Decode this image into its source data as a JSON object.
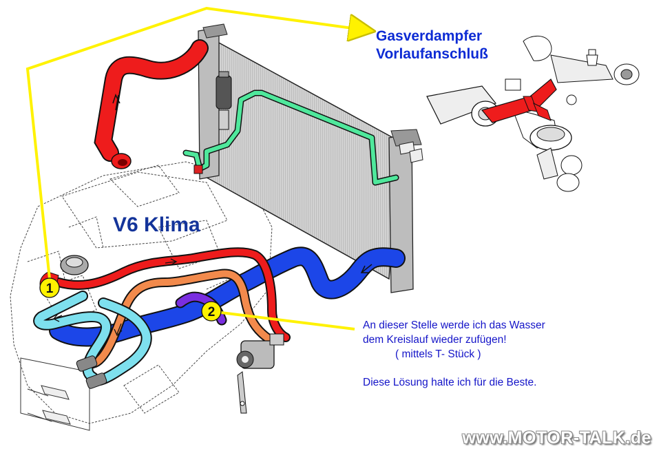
{
  "labels": {
    "gas_line1": "Gasverdampfer",
    "gas_line2": "Vorlaufanschluß",
    "engine": "V6 Klima",
    "note_line1": "An dieser Stelle werde ich das Wasser",
    "note_line2": "dem Kreislauf wieder zufügen!",
    "note_line3": "( mittels T- Stück )",
    "note_line4": "Diese Lösung halte ich für die Beste.",
    "watermark": "www.MOTOR-TALK.de"
  },
  "markers": [
    {
      "number": "1"
    },
    {
      "number": "2"
    }
  ],
  "colors": {
    "red_hose": "#ee1c1c",
    "blue_hose": "#1c46e8",
    "cyan_hose": "#7ee0ee",
    "orange_hose": "#f28a4c",
    "green_pipe": "#4fe89c",
    "purple_hose": "#7a2ee0",
    "pointer_line": "#fff200",
    "text_blue": "#1414c8"
  }
}
